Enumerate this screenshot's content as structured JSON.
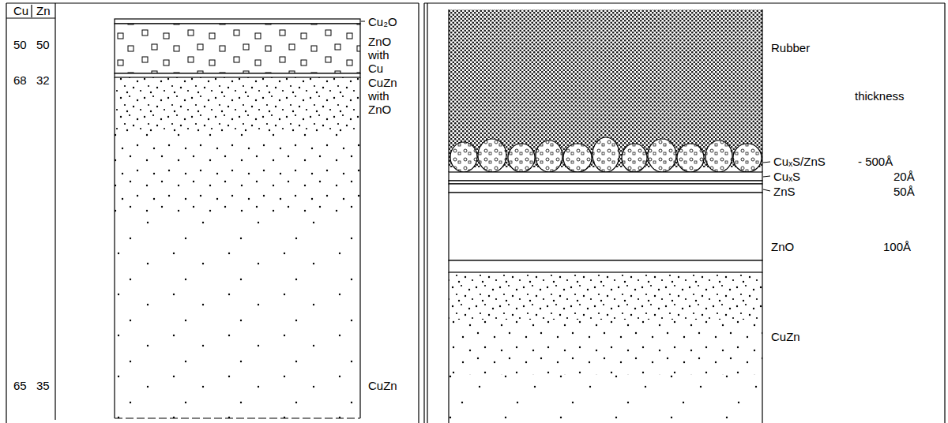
{
  "diagram": {
    "labels": [
      "Cu",
      "Zn",
      "50",
      "50",
      "68",
      "32",
      "65",
      "35",
      "Cu₂O",
      "ZnO with Cu",
      "CuZn with ZnO",
      "CuZn",
      "Rubber",
      "thickness",
      "CuₓS/ZnS",
      "- 500Å",
      "CuₓS",
      "20Å",
      "ZnS",
      "50Å",
      "ZnO",
      "100Å",
      "CuZn"
    ]
  }
}
